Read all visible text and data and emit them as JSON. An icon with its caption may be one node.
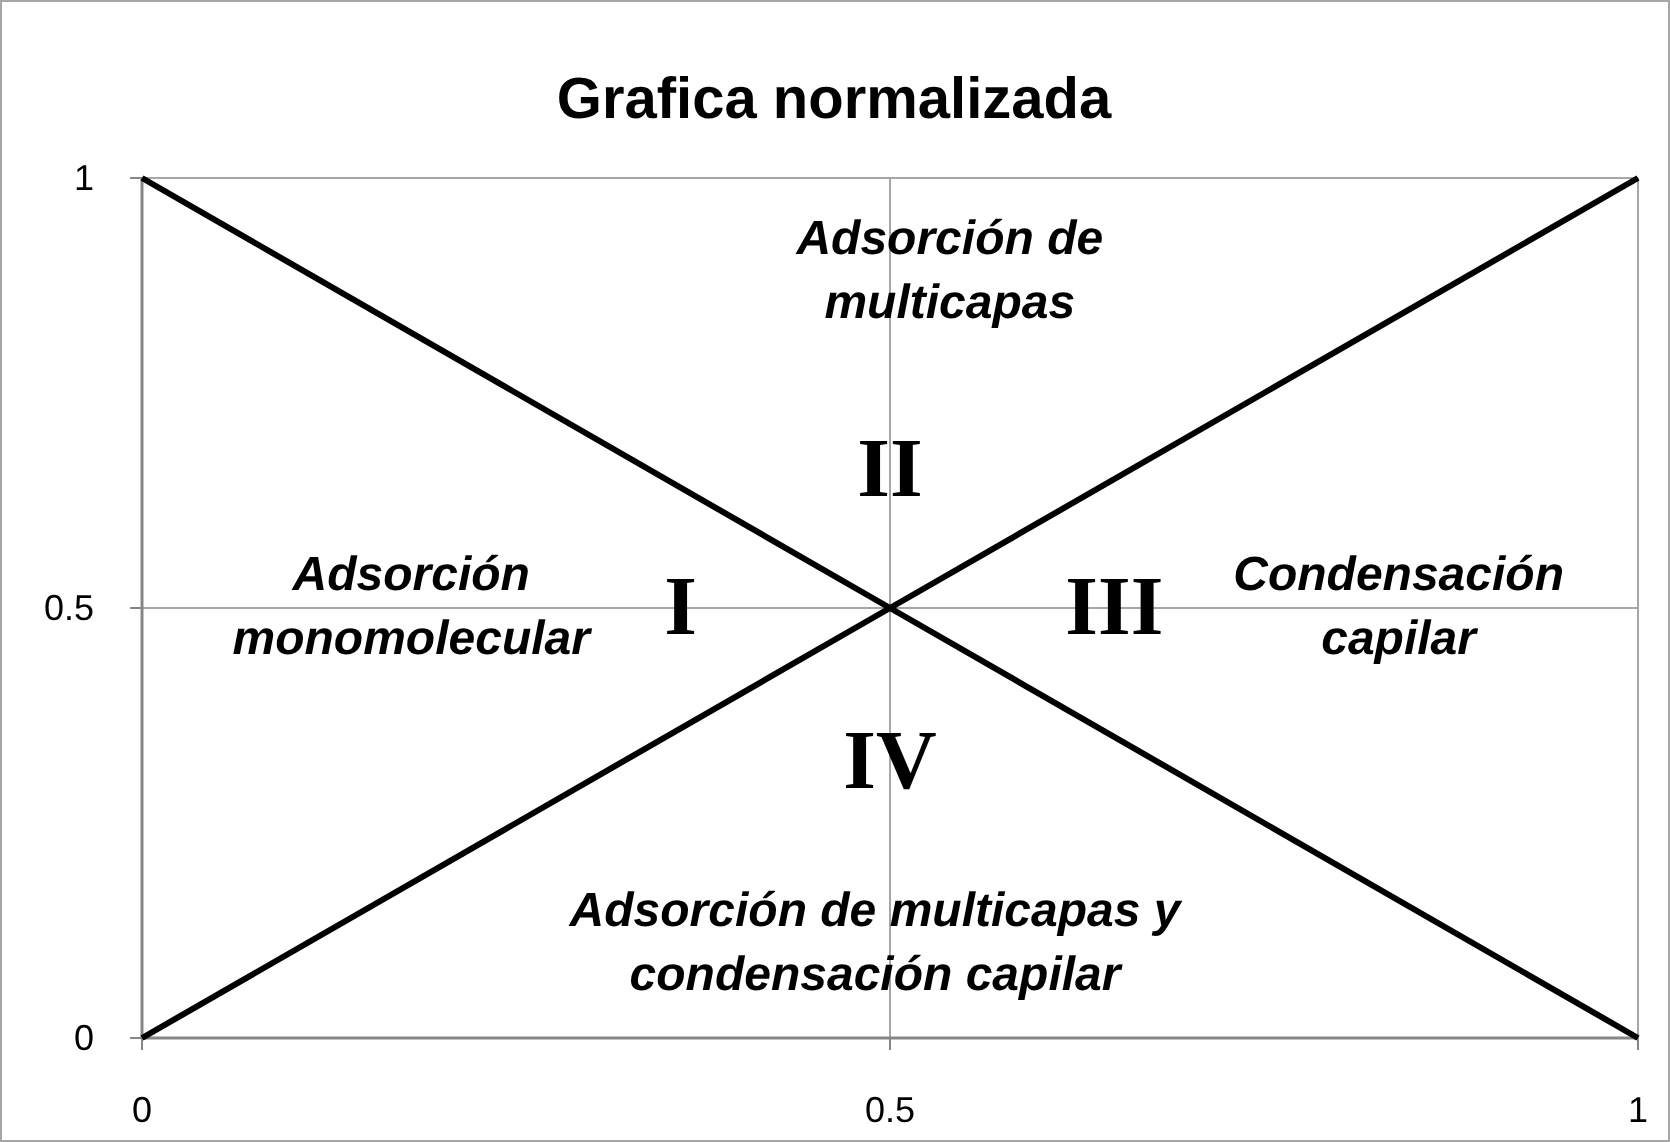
{
  "diagram": {
    "title": "Grafica normalizada",
    "chart_data": {
      "type": "line",
      "x": [
        0,
        0.5,
        1
      ],
      "series": [
        {
          "color": "#000000",
          "values": [
            1,
            0.5,
            0
          ]
        },
        {
          "color": "#000000",
          "values": [
            0,
            0.5,
            1
          ]
        }
      ],
      "xlim": [
        0,
        1
      ],
      "ylim": [
        0,
        1
      ],
      "xticks": [
        0,
        0.5,
        1
      ],
      "yticks": [
        0,
        0.5,
        1
      ],
      "annotations": [
        "Adsorción de multicapas",
        "II",
        "Adsorción monomolecular",
        "I",
        "III",
        "Condensación capilar",
        "IV",
        "Adsorción de multicapas y condensación capilar"
      ]
    }
  }
}
